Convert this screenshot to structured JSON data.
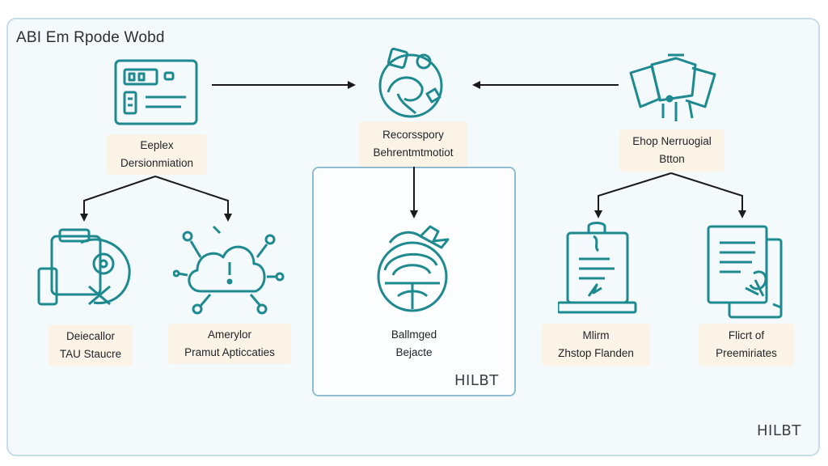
{
  "title": "ABI Em Rpode Wobd",
  "watermark": "HILBT",
  "panel_watermark": "HILBT",
  "colors": {
    "icon_stroke": "#1e8a8f",
    "label_bg": "#fbf4e6",
    "frame_border": "#c7dde9",
    "panel_border": "#8fbcd3",
    "arrow": "#1a1a1a"
  },
  "nodes": {
    "left_top": {
      "icon": "monitor-dashboard-icon",
      "line1": "Eeplex",
      "line2": "Dersionmiation"
    },
    "center_top": {
      "icon": "globe-gears-icon",
      "line1": "Recorsspory",
      "line2": "Behrentmtmotiot"
    },
    "right_top": {
      "icon": "multi-folder-icon",
      "line1": "Ehop Nerruogial",
      "line2": "Btton"
    },
    "left_a": {
      "icon": "shield-device-icon",
      "line1": "Deiecallor",
      "line2": "TAU Staucre"
    },
    "left_b": {
      "icon": "cloud-alert-network-icon",
      "line1": "Amerylor",
      "line2": "Pramut Apticcaties"
    },
    "center": {
      "icon": "globe-hand-icon",
      "line1": "Ballmged",
      "line2": "Bejacte"
    },
    "right_a": {
      "icon": "clipboard-document-icon",
      "line1": "Mlirm",
      "line2": "Zhstop Flanden"
    },
    "right_b": {
      "icon": "stacked-documents-icon",
      "line1": "Flicrt of",
      "line2": "Preemiriates"
    }
  }
}
